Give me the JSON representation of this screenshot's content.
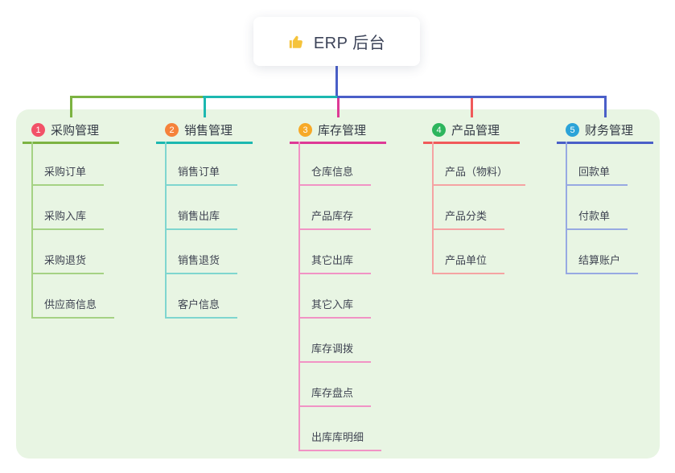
{
  "root": {
    "title": "ERP 后台",
    "icon": "thumbs-up-icon"
  },
  "theme": {
    "canvas_bg": "#FFFFFF",
    "panel_bg": "#E8F5E3",
    "root_line_color": "#4A5FC8",
    "card_bg": "#FFFFFF",
    "title_color": "#3C4358",
    "thumb_color": "#F5C33B"
  },
  "branches": [
    {
      "label": "采购管理",
      "badge": "1",
      "badge_color": "#F25268",
      "line_color": "#7CB342",
      "child_line_color": "#A5D284",
      "children": [
        "采购订单",
        "采购入库",
        "采购退货",
        "供应商信息"
      ]
    },
    {
      "label": "销售管理",
      "badge": "2",
      "badge_color": "#F5823B",
      "line_color": "#1CB8B0",
      "child_line_color": "#7FD6CF",
      "children": [
        "销售订单",
        "销售出库",
        "销售退货",
        "客户信息"
      ]
    },
    {
      "label": "库存管理",
      "badge": "3",
      "badge_color": "#F7A927",
      "line_color": "#DE3A96",
      "child_line_color": "#F193C5",
      "children": [
        "仓库信息",
        "产品库存",
        "其它出库",
        "其它入库",
        "库存调拨",
        "库存盘点",
        "出库库明细"
      ]
    },
    {
      "label": "产品管理",
      "badge": "4",
      "badge_color": "#2DB55D",
      "line_color": "#F05A5A",
      "child_line_color": "#F5A3A3",
      "children": [
        "产品（物料）",
        "产品分类",
        "产品单位"
      ]
    },
    {
      "label": "财务管理",
      "badge": "5",
      "badge_color": "#2BA3D8",
      "line_color": "#4A5FC8",
      "child_line_color": "#97A9E2",
      "children": [
        "回款单",
        "付款单",
        "结算账户"
      ]
    }
  ]
}
